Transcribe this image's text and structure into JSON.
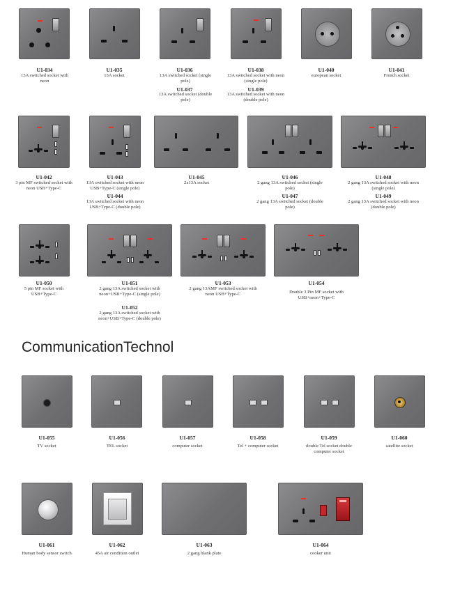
{
  "section_title": "CommunicationTechnol",
  "items": [
    {
      "code": "U1-034",
      "desc": "15A switched socket with neon"
    },
    {
      "code": "U1-035",
      "desc": "13A socket"
    },
    {
      "code": "U1-036",
      "desc": "13A switched socket (single pole)",
      "code2": "U1-037",
      "desc2": "13A switched socket (double pole)"
    },
    {
      "code": "U1-038",
      "desc": "13A switched socket with neon (single pole)",
      "code2": "U1-039",
      "desc2": "13A switched socket with neon (double pole)"
    },
    {
      "code": "U1-040",
      "desc": "european socket"
    },
    {
      "code": "U1-041",
      "desc": "French socket"
    },
    {
      "code": "U1-042",
      "desc": "3 pin MF switched socket with neon USB+Type-C"
    },
    {
      "code": "U1-043",
      "desc": "13A switched socket with neon USB+Type-C (single pole)",
      "code2": "U1-044",
      "desc2": "13A switched socket with neon USB+Type-C (double pole)"
    },
    {
      "code": "U1-045",
      "desc": "2x13A socket"
    },
    {
      "code": "U1-046",
      "desc": "2 gang 13A switched socket (single pole)",
      "code2": "U1-047",
      "desc2": "2 gang 13A switched socket (double pole)"
    },
    {
      "code": "U1-048",
      "desc": "2 gang 13A switched socket with neon (single pole)",
      "code2": "U1-049",
      "desc2": "2 gang 13A switched socket with neon (double pole)"
    },
    {
      "code": "U1-050",
      "desc": "5 pin MF socket with USB+Type-C"
    },
    {
      "code": "U1-051",
      "desc": "2 gang 13A switched socket with neon+USB+Type-C (single pole)",
      "code2": "U1-052",
      "desc2": "2 gang 13A switched socket with neon+USB+Type-C (double pole)"
    },
    {
      "code": "U1-053",
      "desc": "2 gang 13AMF switched socket with neon USB+Type-C"
    },
    {
      "code": "U1-054",
      "desc": "Double 3 Pin MF socket with USB+neon+Type-C"
    },
    {
      "code": "U1-055",
      "desc": "TV socket"
    },
    {
      "code": "U1-056",
      "desc": "TEL socket"
    },
    {
      "code": "U1-057",
      "desc": "computer socket"
    },
    {
      "code": "U1-058",
      "desc": "Tel + computer socket"
    },
    {
      "code": "U1-059",
      "desc": "double Tel socket double computer socket"
    },
    {
      "code": "U1-060",
      "desc": "satellite socket"
    },
    {
      "code": "U1-061",
      "desc": "Human body sensor switch"
    },
    {
      "code": "U1-062",
      "desc": "45A air condition outlet"
    },
    {
      "code": "U1-063",
      "desc": "2 gang blank plate"
    },
    {
      "code": "U1-064",
      "desc": "cooker unit"
    }
  ]
}
